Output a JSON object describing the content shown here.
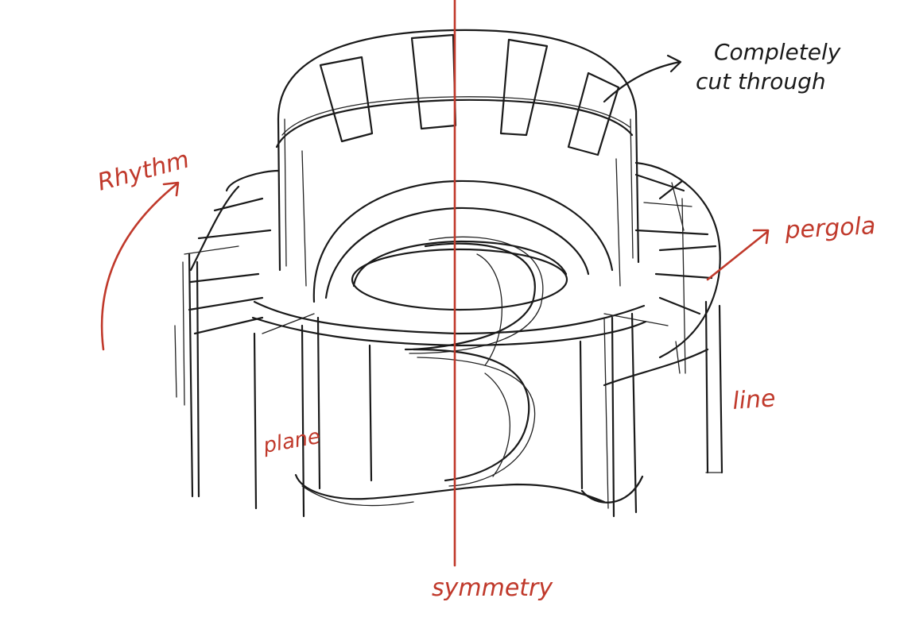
{
  "labels": {
    "rhythm": "Rhythm",
    "cut_line1": "Completely",
    "cut_line2": "cut through",
    "pergola": "pergola",
    "line": "line",
    "plane": "plane",
    "symmetry": "symmetry"
  },
  "colors": {
    "ink": "#1a1a1a",
    "annotation": "#c0392b",
    "background": "#ffffff"
  }
}
